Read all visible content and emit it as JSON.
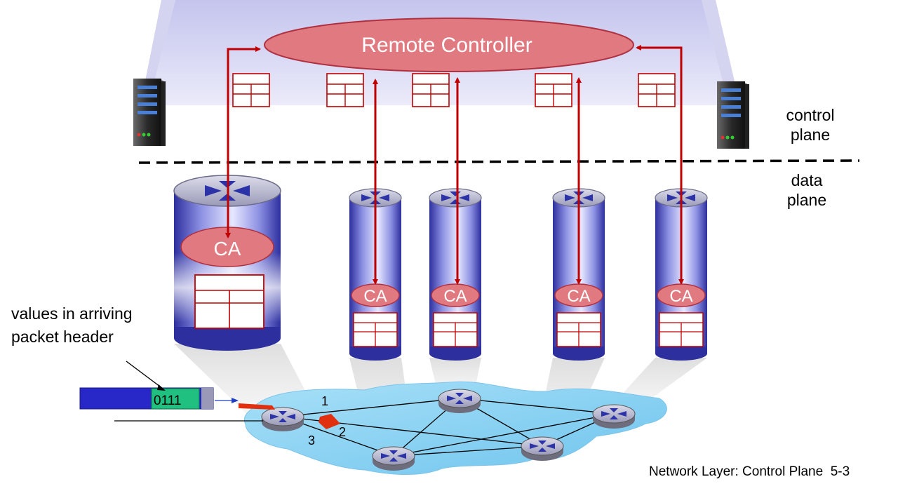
{
  "controller": {
    "label": "Remote Controller"
  },
  "planes": {
    "control": "control\nplane",
    "data": "data\nplane"
  },
  "agent_label": "CA",
  "packet": {
    "note": "values in arriving\npacket header",
    "header_value": "0111"
  },
  "ports": [
    "1",
    "2",
    "3"
  ],
  "footer": {
    "text": "Network Layer: Control Plane  5-3"
  },
  "colors": {
    "arrow": "#c00000",
    "ellipse_fill": "#e07a80",
    "cylinder": "#7b7fd8",
    "network": "#8dd0f0",
    "packet_body": "#2828c8",
    "packet_header": "#20c080",
    "controller_band": "#c9c9f0"
  },
  "icons": {
    "server": "server-icon",
    "router": "router-icon",
    "flow_table": "flow-table-icon"
  }
}
